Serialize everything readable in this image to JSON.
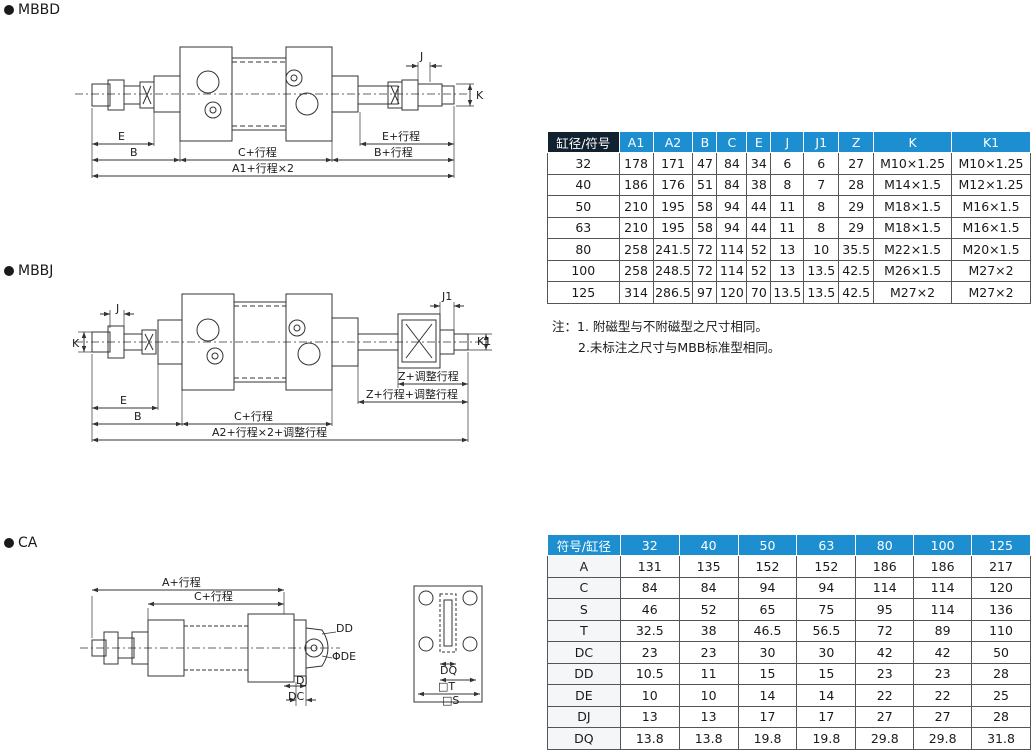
{
  "sections": {
    "mbbd": {
      "title": "MBBD"
    },
    "mbbj": {
      "title": "MBBJ"
    },
    "ca": {
      "title": "CA"
    }
  },
  "drawing_labels": {
    "mbbd": {
      "e": "E",
      "b": "B",
      "c": "C+行程",
      "a1": "A1+行程×2",
      "e2": "E+行程",
      "b2": "B+行程",
      "j": "J",
      "k": "K"
    },
    "mbbj": {
      "j": "J",
      "k": "K",
      "e": "E",
      "b": "B",
      "c": "C+行程",
      "a2": "A2+行程×2+调整行程",
      "j1": "J1",
      "k1": "K1",
      "z1": "Z+调整行程",
      "z2": "Z+行程+调整行程"
    },
    "ca": {
      "a": "A+行程",
      "c": "C+行程",
      "dd": "DD",
      "de": "ΦDE",
      "dj": "DJ",
      "dc": "DC",
      "dq": "DQ",
      "t": "□T",
      "s": "□S"
    }
  },
  "table1": {
    "headers": [
      "缸径/符号",
      "A1",
      "A2",
      "B",
      "C",
      "E",
      "J",
      "J1",
      "Z",
      "K",
      "K1"
    ],
    "rows": [
      [
        "32",
        "178",
        "171",
        "47",
        "84",
        "34",
        "6",
        "6",
        "27",
        "M10×1.25",
        "M10×1.25"
      ],
      [
        "40",
        "186",
        "176",
        "51",
        "84",
        "38",
        "8",
        "7",
        "28",
        "M14×1.5",
        "M12×1.25"
      ],
      [
        "50",
        "210",
        "195",
        "58",
        "94",
        "44",
        "11",
        "8",
        "29",
        "M18×1.5",
        "M16×1.5"
      ],
      [
        "63",
        "210",
        "195",
        "58",
        "94",
        "44",
        "11",
        "8",
        "29",
        "M18×1.5",
        "M16×1.5"
      ],
      [
        "80",
        "258",
        "241.5",
        "72",
        "114",
        "52",
        "13",
        "10",
        "35.5",
        "M22×1.5",
        "M20×1.5"
      ],
      [
        "100",
        "258",
        "248.5",
        "72",
        "114",
        "52",
        "13",
        "13.5",
        "42.5",
        "M26×1.5",
        "M27×2"
      ],
      [
        "125",
        "314",
        "286.5",
        "97",
        "120",
        "70",
        "13.5",
        "13.5",
        "42.5",
        "M27×2",
        "M27×2"
      ]
    ]
  },
  "notes": {
    "line1": "注：1. 附磁型与不附磁型之尺寸相同。",
    "line2": "2.未标注之尺寸与MBB标准型相同。"
  },
  "table2": {
    "headers": [
      "符号/缸径",
      "32",
      "40",
      "50",
      "63",
      "80",
      "100",
      "125"
    ],
    "rows": [
      [
        "A",
        "131",
        "135",
        "152",
        "152",
        "186",
        "186",
        "217"
      ],
      [
        "C",
        "84",
        "84",
        "94",
        "94",
        "114",
        "114",
        "120"
      ],
      [
        "S",
        "46",
        "52",
        "65",
        "75",
        "95",
        "114",
        "136"
      ],
      [
        "T",
        "32.5",
        "38",
        "46.5",
        "56.5",
        "72",
        "89",
        "110"
      ],
      [
        "DC",
        "23",
        "23",
        "30",
        "30",
        "42",
        "42",
        "50"
      ],
      [
        "DD",
        "10.5",
        "11",
        "15",
        "15",
        "23",
        "23",
        "28"
      ],
      [
        "DE",
        "10",
        "10",
        "14",
        "14",
        "22",
        "22",
        "25"
      ],
      [
        "DJ",
        "13",
        "13",
        "17",
        "17",
        "27",
        "27",
        "28"
      ],
      [
        "DQ",
        "13.8",
        "13.8",
        "19.8",
        "19.8",
        "29.8",
        "29.8",
        "31.8"
      ]
    ]
  }
}
